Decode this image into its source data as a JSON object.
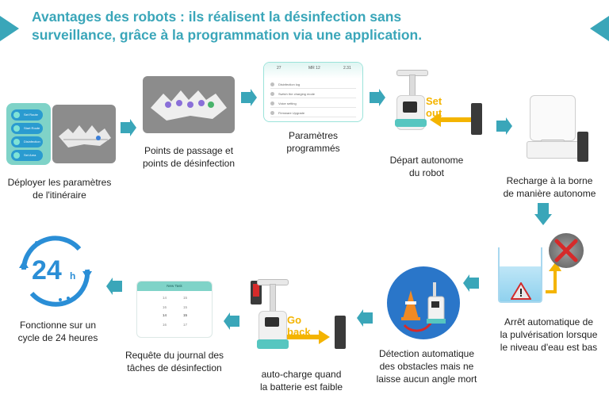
{
  "title": {
    "line1": "Avantages des robots : ils réalisent la désinfection sans",
    "line2": "surveillance, grâce à la programmation via une application."
  },
  "accent_color": "#3aa6b9",
  "steps": [
    {
      "id": "deploy",
      "lines": [
        "Déployer les paramètres",
        "de l'itinéraire"
      ]
    },
    {
      "id": "waypoints",
      "lines": [
        "Points de passage et",
        "points de désinfection"
      ]
    },
    {
      "id": "params",
      "lines": [
        "Paramètres",
        "programmés"
      ]
    },
    {
      "id": "depart",
      "lines": [
        "Départ autonome",
        "du robot"
      ]
    },
    {
      "id": "recharge",
      "lines": [
        "Recharge à la borne",
        "de manière autonome"
      ]
    },
    {
      "id": "spray-stop",
      "lines": [
        "Arrêt automatique de",
        "la pulvérisation lorsque",
        "le niveau d'eau est bas"
      ]
    },
    {
      "id": "obstacles",
      "lines": [
        "Détection automatique",
        "des obstacles mais ne",
        "laisse aucun angle mort"
      ]
    },
    {
      "id": "autocharge",
      "lines": [
        "auto-charge quand",
        "la batterie est faible"
      ]
    },
    {
      "id": "log",
      "lines": [
        "Requête du journal des",
        "tâches de désinfection"
      ]
    },
    {
      "id": "cycle",
      "lines": [
        "Fonctionne sur un",
        "cycle de 24 heures"
      ]
    }
  ],
  "labels": {
    "set_out": "Set out",
    "go_back": "Go back",
    "clock_number": "24",
    "clock_unit": "h"
  },
  "app_screen": {
    "values": [
      "27",
      "MR 12",
      "2.31"
    ],
    "rows": [
      "Disinfection log",
      "Switch the charging mode",
      "Voice setting",
      "Firmware Upgrade"
    ]
  },
  "phone_buttons": [
    "Set Route",
    "Start Route",
    "Disinfection Set",
    "Set Area"
  ],
  "task_card": {
    "header": "New Task",
    "numbers": [
      "14",
      "15",
      "16",
      "15",
      "14",
      "15",
      "16",
      "17"
    ]
  },
  "icons": [
    "arrow-right-icon",
    "arrow-down-icon",
    "arrow-left-icon",
    "warning-icon",
    "cross-icon",
    "traffic-cone-icon",
    "battery-low-icon",
    "clock-24h-icon"
  ]
}
